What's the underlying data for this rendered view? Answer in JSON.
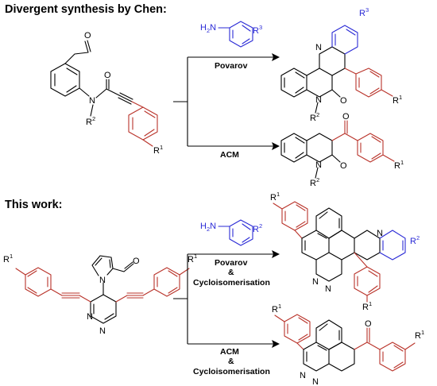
{
  "headings": {
    "top": "Divergent synthesis by Chen:",
    "bottom": "This work:"
  },
  "conditions": {
    "top_upper": "Povarov",
    "top_lower": "ACM",
    "bottom_upper_1": "Povarov",
    "bottom_upper_2": "&",
    "bottom_upper_3": "Cycloisomerisation",
    "bottom_lower_1": "ACM",
    "bottom_lower_2": "&",
    "bottom_lower_3": "Cycloisomerisation"
  },
  "atoms": {
    "O": "O",
    "N": "N",
    "H2N": "H",
    "H2N_sub": "2",
    "H2N_N": "N",
    "R": "R",
    "s1": "1",
    "s2": "2",
    "s3": "3"
  },
  "colors": {
    "black": "#000000",
    "red": "#b9332a",
    "blue": "#2a2ad6"
  }
}
